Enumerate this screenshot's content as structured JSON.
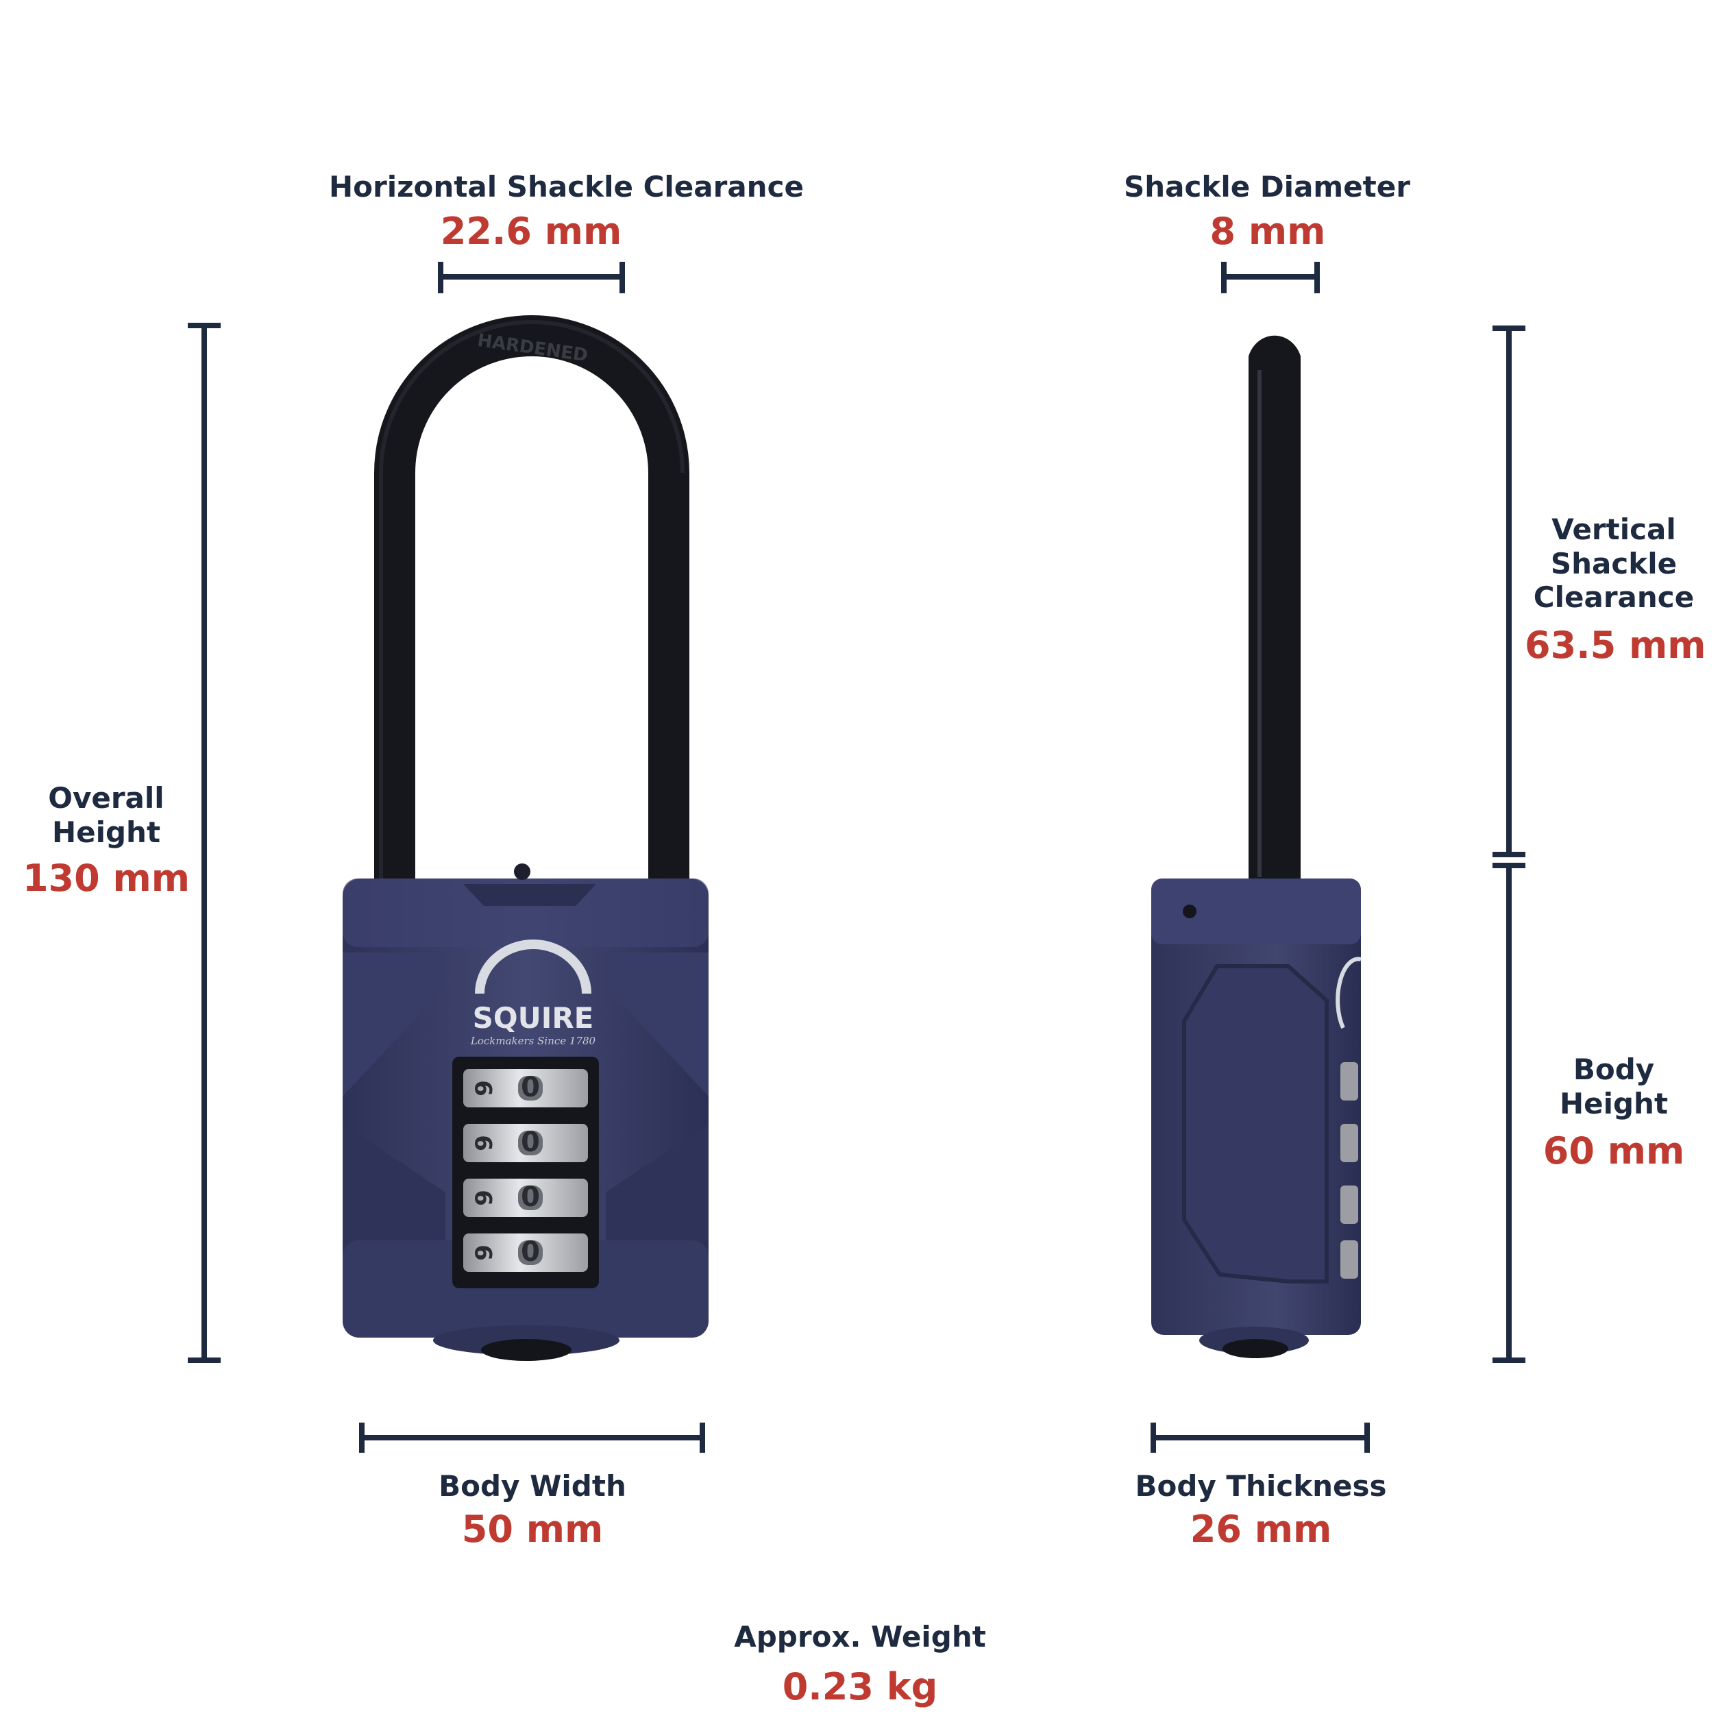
{
  "measurements": {
    "horizontal_shackle_clearance": {
      "label": "Horizontal Shackle Clearance",
      "value": "22.6 mm"
    },
    "shackle_diameter": {
      "label": "Shackle Diameter",
      "value": "8 mm"
    },
    "overall_height": {
      "label_lines": [
        "Overall",
        "Height"
      ],
      "value": "130 mm"
    },
    "vertical_shackle_clearance": {
      "label_lines": [
        "Vertical",
        "Shackle",
        "Clearance"
      ],
      "value": "63.5 mm"
    },
    "body_height": {
      "label_lines": [
        "Body",
        "Height"
      ],
      "value": "60 mm"
    },
    "body_width": {
      "label": "Body Width",
      "value": "50 mm"
    },
    "body_thickness": {
      "label": "Body Thickness",
      "value": "26 mm"
    },
    "approx_weight": {
      "label": "Approx. Weight",
      "value": "0.23 kg"
    }
  },
  "product": {
    "brand": "SQUIRE",
    "tagline": "Lockmakers Since 1780",
    "shackle_mark": "HARDENED",
    "dial_digit": "0",
    "dial_side_digit": "9"
  },
  "colors": {
    "dimension_line": "#1e2a3f",
    "value_text": "#bf3a30",
    "label_text": "#1e2a3f",
    "lock_body": "#3a3f66",
    "shackle": "#16171c"
  }
}
